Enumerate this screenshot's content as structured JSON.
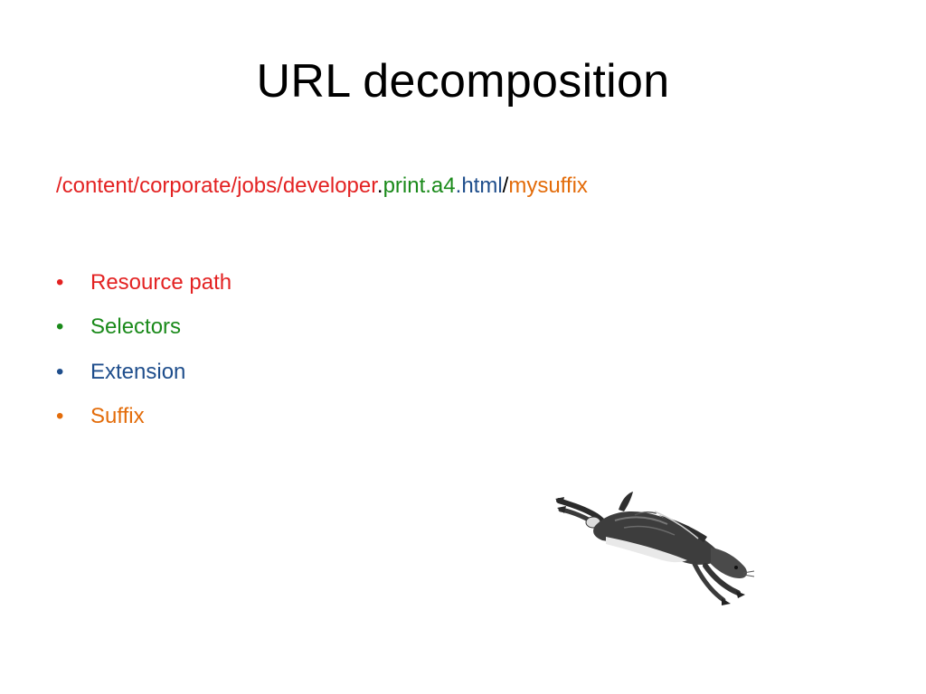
{
  "slide": {
    "title": "URL decomposition"
  },
  "url": {
    "resource_path": "/content/corporate/jobs/developer",
    "dot1": ".",
    "selectors": "print.a4",
    "dot2": ".",
    "extension": "html",
    "slash": "/",
    "suffix": "mysuffix"
  },
  "bullets": [
    {
      "marker": "•",
      "label": "Resource path",
      "color": "#e32222"
    },
    {
      "marker": "•",
      "label": "Selectors",
      "color": "#1a8a1a"
    },
    {
      "marker": "•",
      "label": "Extension",
      "color": "#1f4e8c"
    },
    {
      "marker": "•",
      "label": "Suffix",
      "color": "#e36c0a"
    }
  ],
  "colors": {
    "resource_path": "#e32222",
    "selectors": "#1a8a1a",
    "extension": "#1f4e8c",
    "suffix": "#e36c0a",
    "separator": "#000000"
  },
  "illustration": {
    "icon": "running-hare-icon"
  }
}
